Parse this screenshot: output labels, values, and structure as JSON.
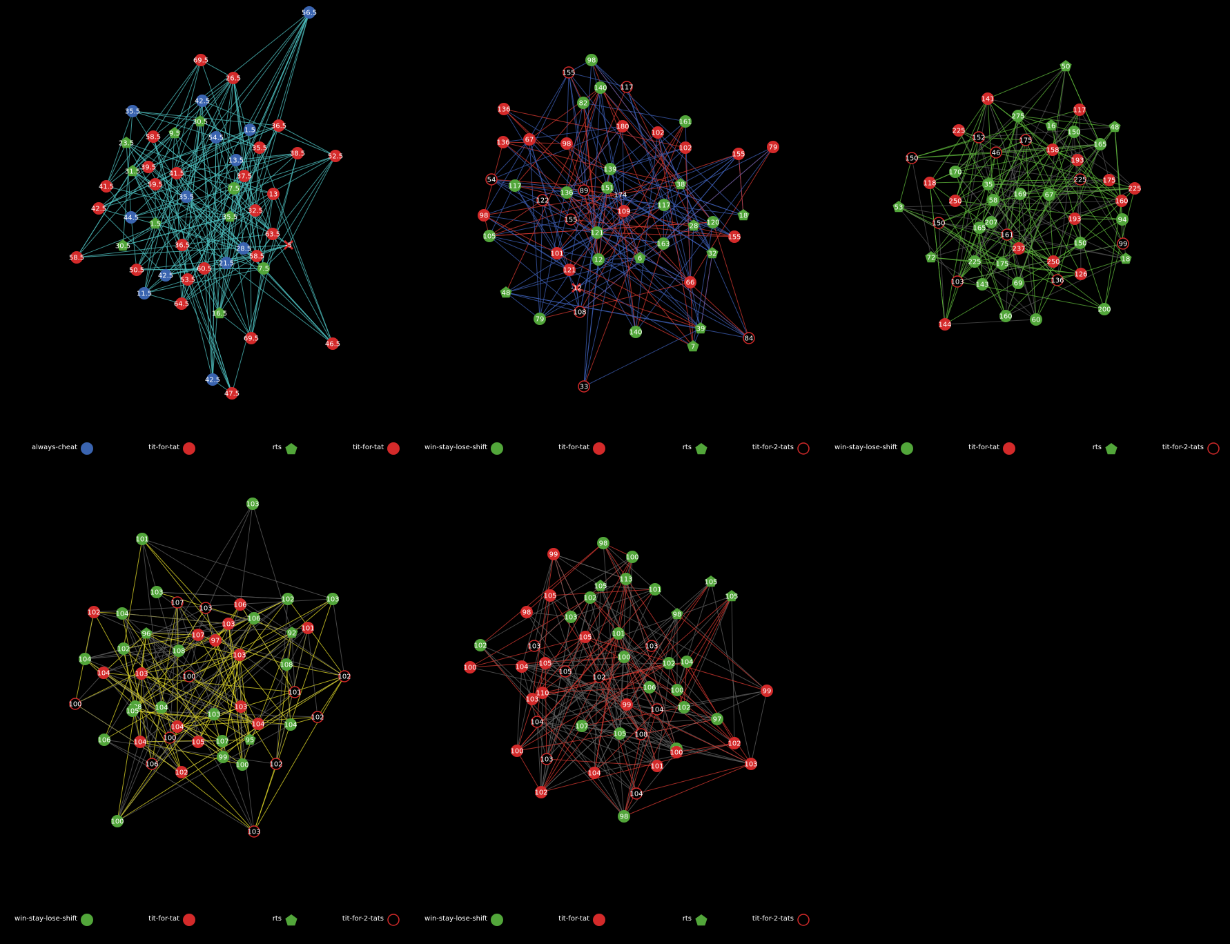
{
  "colors": {
    "background": "#000000",
    "blue_node": "#3a64b0",
    "red_node": "#d42a2a",
    "green_node": "#52a63a",
    "edge_cyan": "#4fc2c2",
    "edge_blue": "#3d5fb5",
    "edge_red": "#d83a32",
    "edge_green": "#5fb83b",
    "edge_yellow": "#e5dd2a",
    "edge_gray": "#666666"
  },
  "panels": [
    {
      "legend": [
        {
          "label": "always-cheat",
          "marker": "filled-circle",
          "color": "blue"
        },
        {
          "label": "tit-for-tat",
          "marker": "filled-circle",
          "color": "red"
        },
        {
          "label": "rts",
          "marker": "pentagon",
          "color": "green"
        },
        {
          "label": "tit-for-tat",
          "marker": "filled-circle",
          "color": "red"
        }
      ],
      "edge_color": "cyan",
      "node_labels": [
        "56.5",
        "69.5",
        "26.5",
        "42.5",
        "35.5",
        "30.5",
        "1.5",
        "36.5",
        "58.5",
        "9.5",
        "54.5",
        "35.5",
        "23.5",
        "38.5",
        "52.5",
        "13.5",
        "39.5",
        "41.5",
        "37.5",
        "31.5",
        "59.5",
        "7.5",
        "13",
        "41.5",
        "35.5",
        "42.5",
        "32.5",
        "44.5",
        "35.5",
        "1.5",
        "63.5",
        "30.5",
        "36.5",
        "-5",
        "58.5",
        "28.5",
        "58.5",
        "50.5",
        "60.5",
        "21.5",
        "7.5",
        "42.5",
        "53.5",
        "11.5",
        "64.5",
        "16.5",
        "69.5",
        "46.5",
        "42.5",
        "47.5"
      ]
    },
    {
      "legend": [
        {
          "label": "win-stay-lose-shift",
          "marker": "filled-circle",
          "color": "green"
        },
        {
          "label": "tit-for-tat",
          "marker": "filled-circle",
          "color": "red"
        },
        {
          "label": "rts",
          "marker": "pentagon",
          "color": "green"
        },
        {
          "label": "tit-for-2-tats",
          "marker": "open-circle",
          "color": "red"
        }
      ],
      "edge_color": "blue",
      "node_labels": [
        "98",
        "155",
        "140",
        "117",
        "136",
        "82",
        "161",
        "180",
        "102",
        "136",
        "67",
        "98",
        "102",
        "155",
        "79",
        "139",
        "54",
        "117",
        "136",
        "89",
        "151",
        "174",
        "38",
        "122",
        "117",
        "109",
        "98",
        "155",
        "18",
        "105",
        "121",
        "28",
        "120",
        "163",
        "155",
        "101",
        "12",
        "6",
        "32",
        "121",
        "66",
        "-12",
        "48",
        "108",
        "79",
        "140",
        "39",
        "7",
        "84",
        "33"
      ]
    },
    {
      "legend": [
        {
          "label": "win-stay-lose-shift",
          "marker": "filled-circle",
          "color": "green"
        },
        {
          "label": "tit-for-tat",
          "marker": "filled-circle",
          "color": "red"
        },
        {
          "label": "rts",
          "marker": "pentagon",
          "color": "green"
        },
        {
          "label": "tit-for-2-tats",
          "marker": "open-circle",
          "color": "red"
        }
      ],
      "edge_color": "green",
      "node_labels": [
        "50",
        "141",
        "117",
        "275",
        "16",
        "225",
        "152",
        "175",
        "158",
        "150",
        "48",
        "46",
        "165",
        "193",
        "150",
        "170",
        "225",
        "175",
        "225",
        "118",
        "35",
        "169",
        "67",
        "250",
        "58",
        "160",
        "53",
        "150",
        "207",
        "165",
        "193",
        "94",
        "161",
        "99",
        "72",
        "237",
        "150",
        "225",
        "175",
        "18",
        "103",
        "143",
        "69",
        "136",
        "250",
        "126",
        "144",
        "160",
        "60",
        "200"
      ]
    },
    {
      "legend": [
        {
          "label": "win-stay-lose-shift",
          "marker": "filled-circle",
          "color": "green"
        },
        {
          "label": "tit-for-tat",
          "marker": "filled-circle",
          "color": "red"
        },
        {
          "label": "rts",
          "marker": "pentagon",
          "color": "green"
        },
        {
          "label": "tit-for-2-tats",
          "marker": "open-circle",
          "color": "red"
        }
      ],
      "edge_color": "yellow",
      "node_labels": [
        "103",
        "101",
        "103",
        "107",
        "103",
        "106",
        "102",
        "103",
        "102",
        "104",
        "106",
        "96",
        "107",
        "103",
        "92",
        "101",
        "104",
        "102",
        "97",
        "108",
        "103",
        "108",
        "100",
        "104",
        "103",
        "102",
        "108",
        "101",
        "100",
        "105",
        "104",
        "103",
        "103",
        "102",
        "104",
        "104",
        "104",
        "100",
        "105",
        "107",
        "95",
        "106",
        "104",
        "99",
        "100",
        "106",
        "102",
        "102",
        "100",
        "103"
      ]
    },
    {
      "legend": [
        {
          "label": "win-stay-lose-shift",
          "marker": "filled-circle",
          "color": "green"
        },
        {
          "label": "tit-for-tat",
          "marker": "filled-circle",
          "color": "red"
        },
        {
          "label": "rts",
          "marker": "pentagon",
          "color": "green"
        },
        {
          "label": "tit-for-2-tats",
          "marker": "open-circle",
          "color": "red"
        }
      ],
      "edge_color": "red",
      "node_labels": [
        "98",
        "99",
        "100",
        "113",
        "105",
        "105",
        "102",
        "101",
        "105",
        "105",
        "98",
        "103",
        "98",
        "105",
        "101",
        "103",
        "103",
        "102",
        "104",
        "105",
        "100",
        "102",
        "104",
        "100",
        "105",
        "102",
        "106",
        "100",
        "110",
        "103",
        "99",
        "104",
        "102",
        "97",
        "104",
        "107",
        "105",
        "108",
        "99",
        "98",
        "100",
        "103",
        "102",
        "101",
        "104",
        "103",
        "104",
        "102",
        "98",
        "100"
      ]
    }
  ]
}
